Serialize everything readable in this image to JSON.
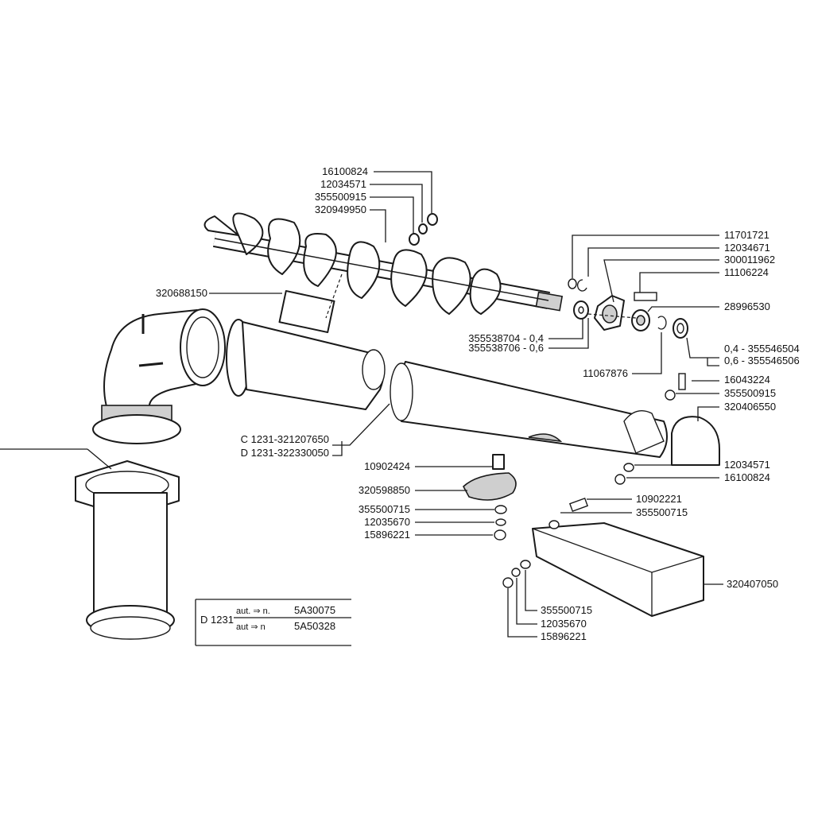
{
  "labels": {
    "p16100824_top": "16100824",
    "p12034571_top": "12034571",
    "p355500915_top": "355500915",
    "p320949950": "320949950",
    "p320688150": "320688150",
    "p11701721": "11701721",
    "p12034671": "12034671",
    "p300011962": "300011962",
    "p11106224": "11106224",
    "p28996530": "28996530",
    "p355538704": "355538704 - 0,4",
    "p355538706": "355538706 - 0,6",
    "p11067876": "11067876",
    "p355546504": "0,4 - 355546504",
    "p355546506": "0,6 - 355546506",
    "p16043224": "16043224",
    "p355500915_right": "355500915",
    "p320406550": "320406550",
    "p321207650": "C 1231-321207650",
    "p322330050": "D 1231-322330050",
    "p10902424": "10902424",
    "p320598850": "320598850",
    "p355500715_left": "355500715",
    "p12035670_left": "12035670",
    "p15896221_left": "15896221",
    "p12034571_right": "12034571",
    "p16100824_right": "16100824",
    "p10902221": "10902221",
    "p355500715_mid": "355500715",
    "p320407050": "320407050",
    "p355500715_bottom": "355500715",
    "p12035670_bottom": "12035670",
    "p15896221_bottom": "15896221"
  },
  "serial_box": {
    "model": "D 1231",
    "row1_text": "aut. ⇒ n.",
    "row1_value": "5A30075",
    "row2_text": "aut ⇒ n",
    "row2_value": "5A50328"
  }
}
